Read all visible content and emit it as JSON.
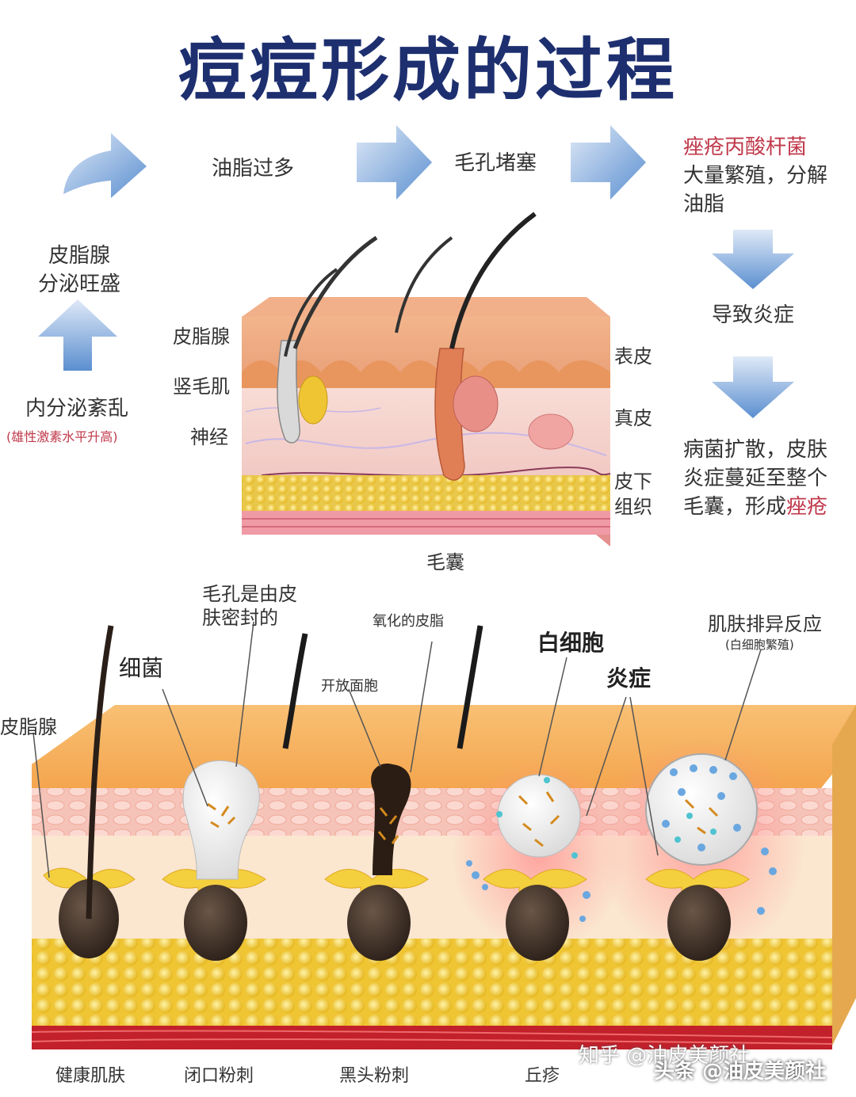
{
  "title": "痘痘形成的过程",
  "flow": {
    "step_oil": "油脂过多",
    "step_pore": "毛孔堵塞",
    "step_bacteria_name": "痤疮丙酸杆菌",
    "step_bacteria_line2": "大量繁殖，分解",
    "step_bacteria_line3": "油脂",
    "step_inflammation": "导致炎症",
    "step_spread_line1": "病菌扩散，皮肤",
    "step_spread_line2": "炎症蔓延至整个",
    "step_spread_line3_prefix": "毛囊，形成",
    "step_spread_line3_red": "痤疮",
    "step_gland_line1": "皮脂腺",
    "step_gland_line2": "分泌旺盛",
    "step_hormone": "内分泌紊乱",
    "step_hormone_note": "(雄性激素水平升高)"
  },
  "skin_labels": {
    "sebaceous": "皮脂腺",
    "arrector": "竖毛肌",
    "nerve": "神经",
    "epidermis": "表皮",
    "dermis": "真皮",
    "subcutaneous_line1": "皮下",
    "subcutaneous_line2": "组织",
    "follicle": "毛囊"
  },
  "stages_labels": {
    "sebaceous": "皮脂腺",
    "bacteria": "细菌",
    "pore_sealed_line1": "毛孔是由皮",
    "pore_sealed_line2": "肤密封的",
    "open_comedo": "开放面胞",
    "oxidized_sebum": "氧化的皮脂",
    "white_cell": "白细胞",
    "inflammation": "炎症",
    "rejection": "肌肤排异反应",
    "rejection_note": "(白细胞繁殖)"
  },
  "stages": [
    "健康肌肤",
    "闭口粉刺",
    "黑头粉刺",
    "丘疹",
    ""
  ],
  "watermark": {
    "zhihu": "知乎 @油皮美颜社",
    "toutiao": "头条 @油皮美颜社"
  },
  "colors": {
    "title": "#1d2f6f",
    "arrow": "#5b8fd0",
    "accent_red": "#c0394b",
    "skin_orange": "#f5b05a",
    "fat_yellow": "#f2d24b"
  }
}
